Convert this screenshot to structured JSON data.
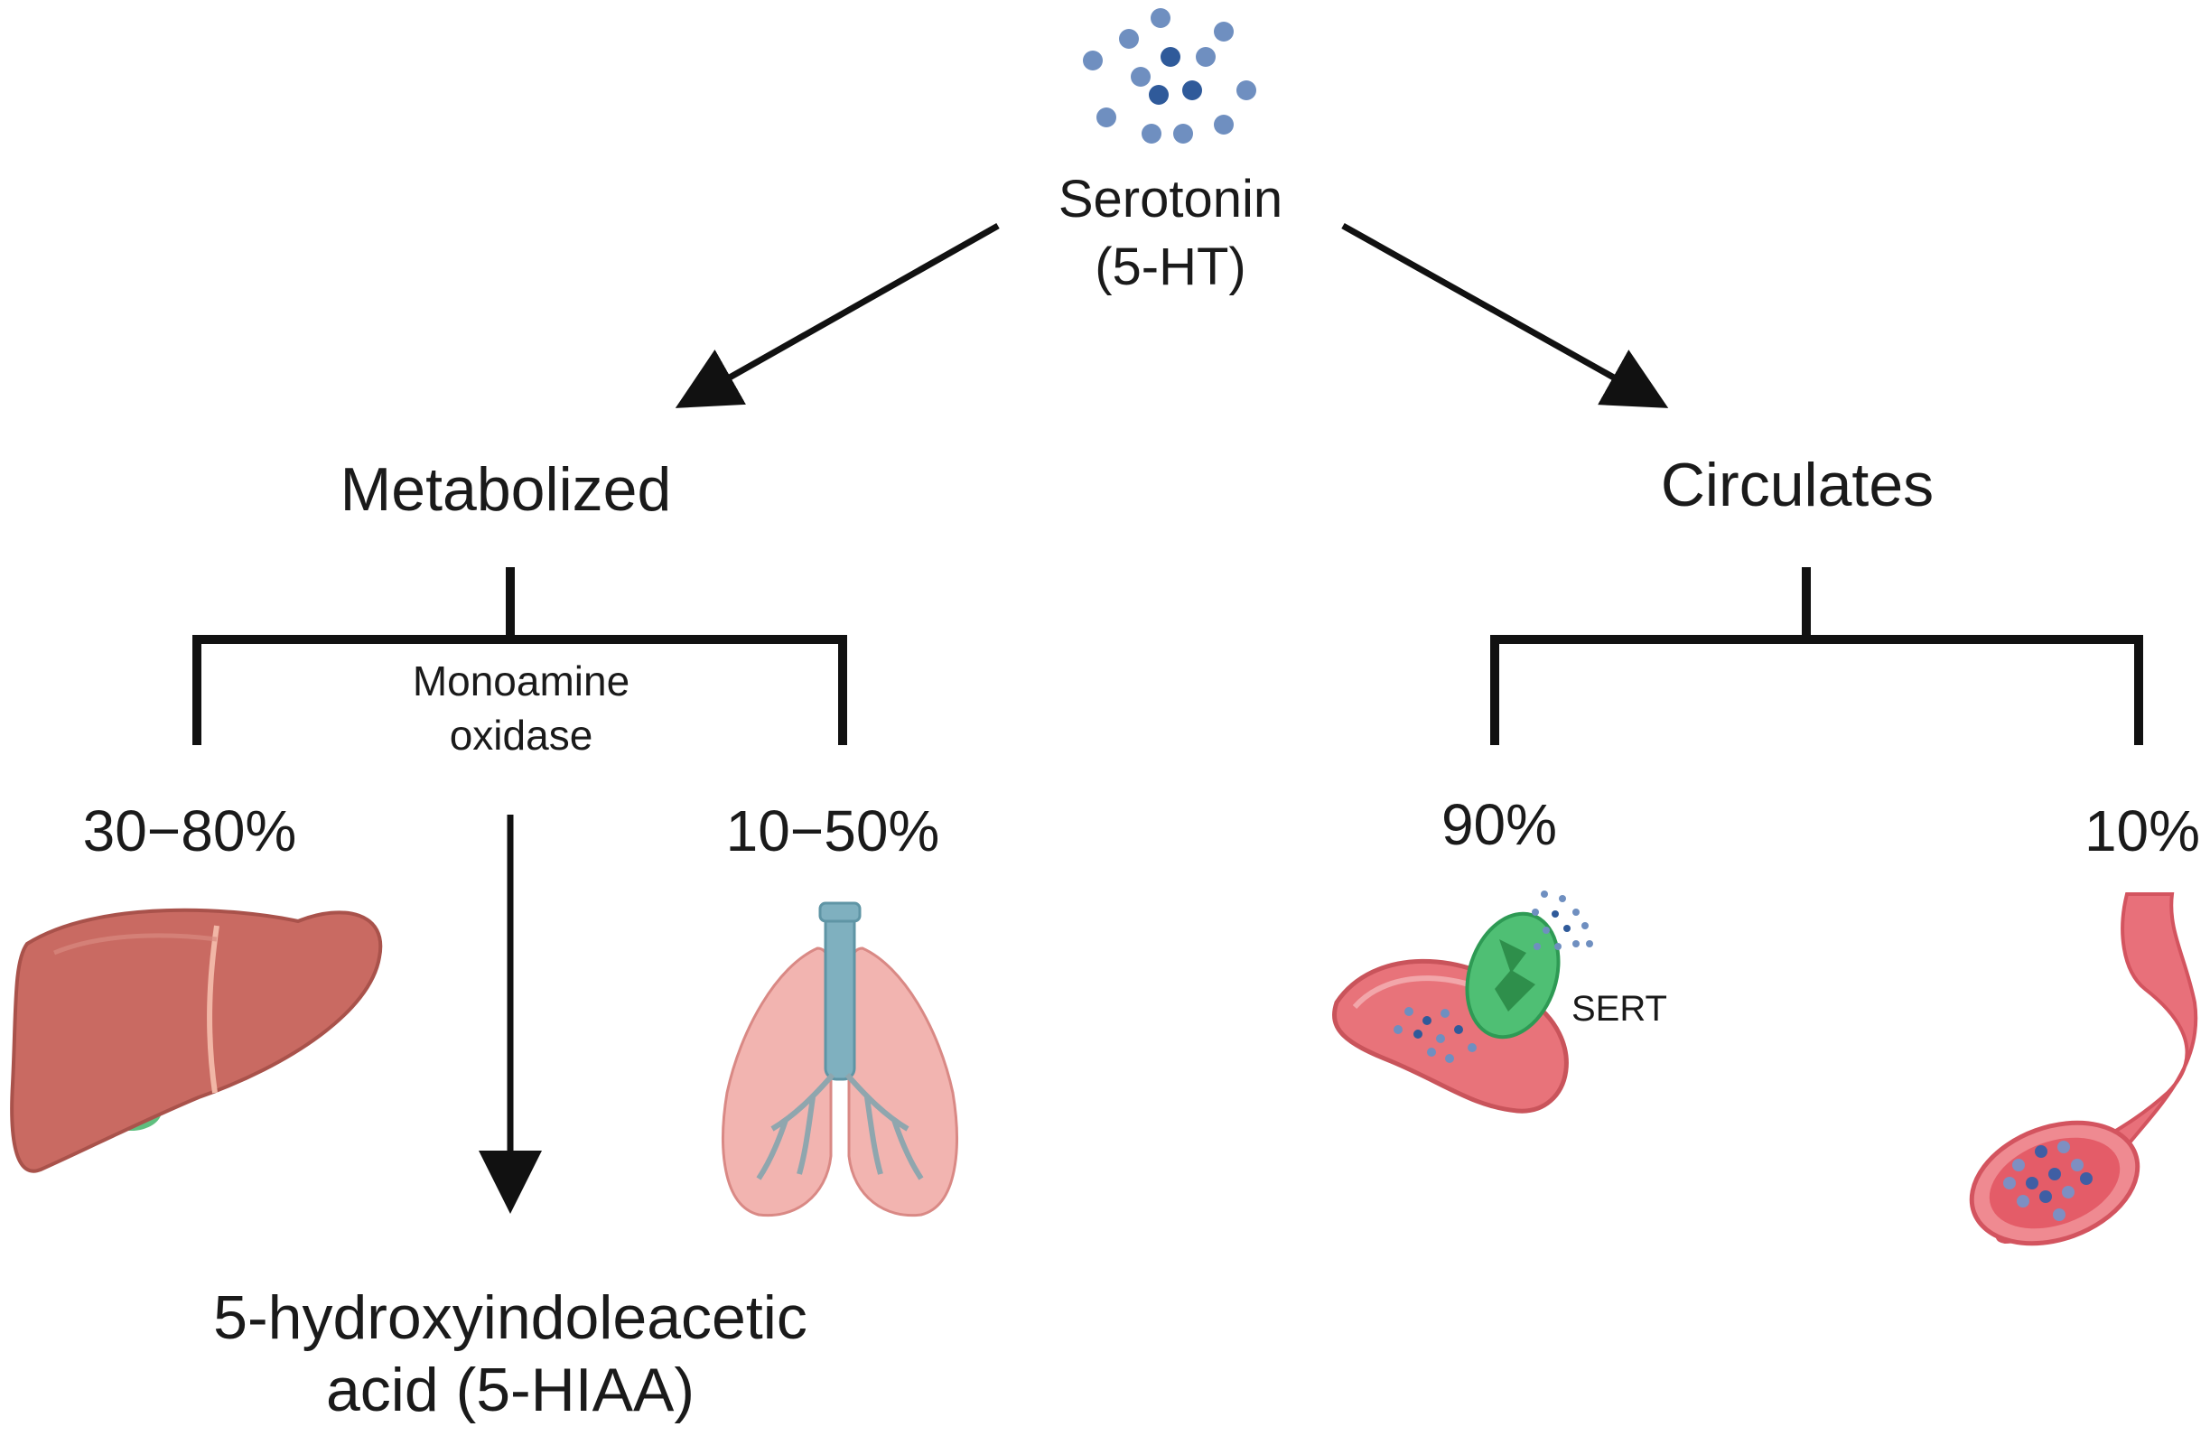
{
  "serotonin": {
    "line1": "Serotonin",
    "line2": "(5-HT)",
    "dot_color": "#6f8fc0",
    "dot_dark": "#2f5a9a"
  },
  "branches": {
    "metabolized": {
      "title": "Metabolized",
      "enzyme_line1": "Monoamine",
      "enzyme_line2": "oxidase",
      "liver_pct": "30−80%",
      "lung_pct": "10−50%",
      "product_line1": "5-hydroxyindoleacetic",
      "product_line2": "acid (5-HIAA)"
    },
    "circulates": {
      "title": "Circulates",
      "platelet_pct": "90%",
      "plasma_pct": "10%",
      "transporter_label": "SERT"
    }
  },
  "colors": {
    "line": "#111111",
    "liver": "#c96a62",
    "gallbladder": "#5fbf7f",
    "lung": "#f2b4b0",
    "trachea": "#7fb0bf",
    "platelet": "#e8737a",
    "sert": "#4fbf74",
    "vessel": "#e8707a"
  },
  "icons": [
    "liver-icon",
    "lungs-icon",
    "platelet-icon",
    "blood-vessel-icon",
    "serotonin-molecules-icon"
  ]
}
